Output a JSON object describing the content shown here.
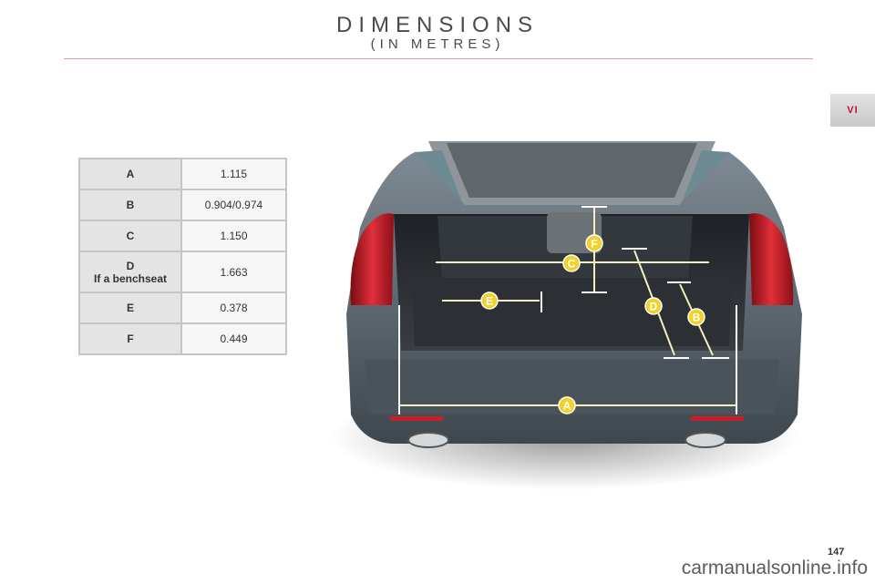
{
  "page": {
    "title": "DIMENSIONS",
    "subtitle": "(IN METRES)",
    "chapter": "VI",
    "page_number": "147",
    "watermark": "carmanualsonline.info"
  },
  "dimensions_table": [
    {
      "key": "A",
      "key_sub": "",
      "value": "1.115"
    },
    {
      "key": "B",
      "key_sub": "",
      "value": "0.904/0.974"
    },
    {
      "key": "C",
      "key_sub": "",
      "value": "1.150"
    },
    {
      "key": "D",
      "key_sub": "If a benchseat",
      "value": "1.663"
    },
    {
      "key": "E",
      "key_sub": "",
      "value": "0.378"
    },
    {
      "key": "F",
      "key_sub": "",
      "value": "0.449"
    }
  ],
  "diagram_markers": [
    "A",
    "B",
    "C",
    "D",
    "E",
    "F"
  ],
  "colors": {
    "accent_rule": "#d7a0a8",
    "chapter_text": "#c8102e",
    "marker_fill": "#f2d22a",
    "dimension_line": "#f4eec0"
  }
}
